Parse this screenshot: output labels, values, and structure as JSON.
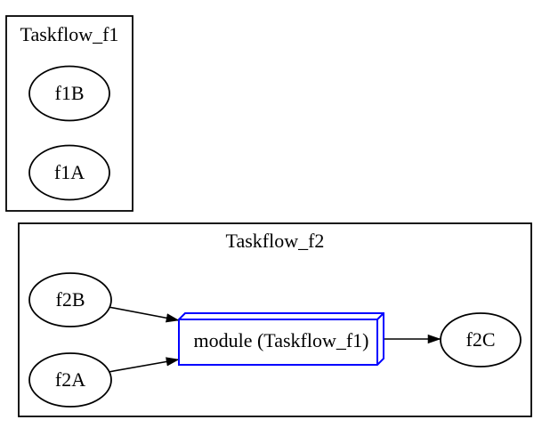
{
  "diagram": {
    "clusters": [
      {
        "label": "Taskflow_f1",
        "nodes": [
          "f1B",
          "f1A"
        ]
      },
      {
        "label": "Taskflow_f2",
        "nodes": [
          "f2B",
          "f2A",
          "module (Taskflow_f1)",
          "f2C"
        ]
      }
    ],
    "nodes": {
      "f1B": {
        "label": "f1B",
        "shape": "ellipse"
      },
      "f1A": {
        "label": "f1A",
        "shape": "ellipse"
      },
      "f2B": {
        "label": "f2B",
        "shape": "ellipse"
      },
      "f2A": {
        "label": "f2A",
        "shape": "ellipse"
      },
      "f2C": {
        "label": "f2C",
        "shape": "ellipse"
      },
      "module": {
        "label": "module (Taskflow_f1)",
        "shape": "box3d"
      }
    },
    "edges": [
      {
        "from": "f2B",
        "to": "module (Taskflow_f1)"
      },
      {
        "from": "f2A",
        "to": "module (Taskflow_f1)"
      },
      {
        "from": "module (Taskflow_f1)",
        "to": "f2C"
      }
    ],
    "colors": {
      "background": "#ffffff",
      "node_stroke": "#000000",
      "edge_color": "#000000",
      "module_stroke": "#0000ff"
    }
  }
}
